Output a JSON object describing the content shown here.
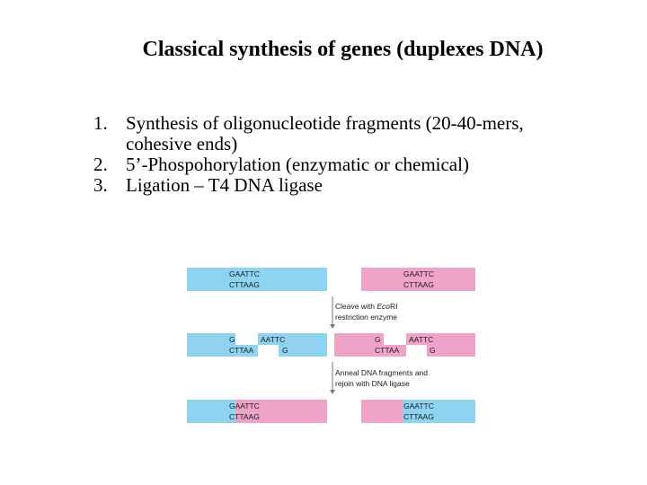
{
  "title": "Classical synthesis of genes (duplexes DNA)",
  "steps": [
    {
      "num": "1.",
      "lines": [
        "Synthesis of oligonucleotide fragments (20-40-mers,",
        "cohesive ends)"
      ]
    },
    {
      "num": "2.",
      "lines": [
        "5’-Phospohorylation (enzymatic or chemical)"
      ]
    },
    {
      "num": "3.",
      "lines": [
        "Ligation – T4 DNA ligase"
      ]
    }
  ],
  "figure": {
    "colors": {
      "blue": "#8fd3f2",
      "pink": "#f0a3c8",
      "arrow": "#7a7a7a"
    },
    "row1": {
      "left": {
        "top": "GAATTC",
        "bottom": "CTTAAG"
      },
      "right": {
        "top": "GAATTC",
        "bottom": "CTTAAG"
      }
    },
    "step1_label": {
      "line1_pre": "Cleave with ",
      "line1_italic": "Eco",
      "line1_post": "RI",
      "line2": "restriction enzyme"
    },
    "row2": {
      "blue_left": {
        "top": "G",
        "bottom": "CTTAA"
      },
      "blue_right": {
        "top": "AATTC",
        "bottom": "G"
      },
      "pink_left": {
        "top": "G",
        "bottom": "CTTAA"
      },
      "pink_right": {
        "top": "AATTC",
        "bottom": "G"
      }
    },
    "step2_label": {
      "line1": "Anneal DNA fragments and",
      "line2": "rejoin with DNA ligase"
    },
    "row3": {
      "left": {
        "top": "GAATTC",
        "bottom": "CTTAAG"
      },
      "right": {
        "top": "GAATTC",
        "bottom": "CTTAAG"
      }
    }
  }
}
